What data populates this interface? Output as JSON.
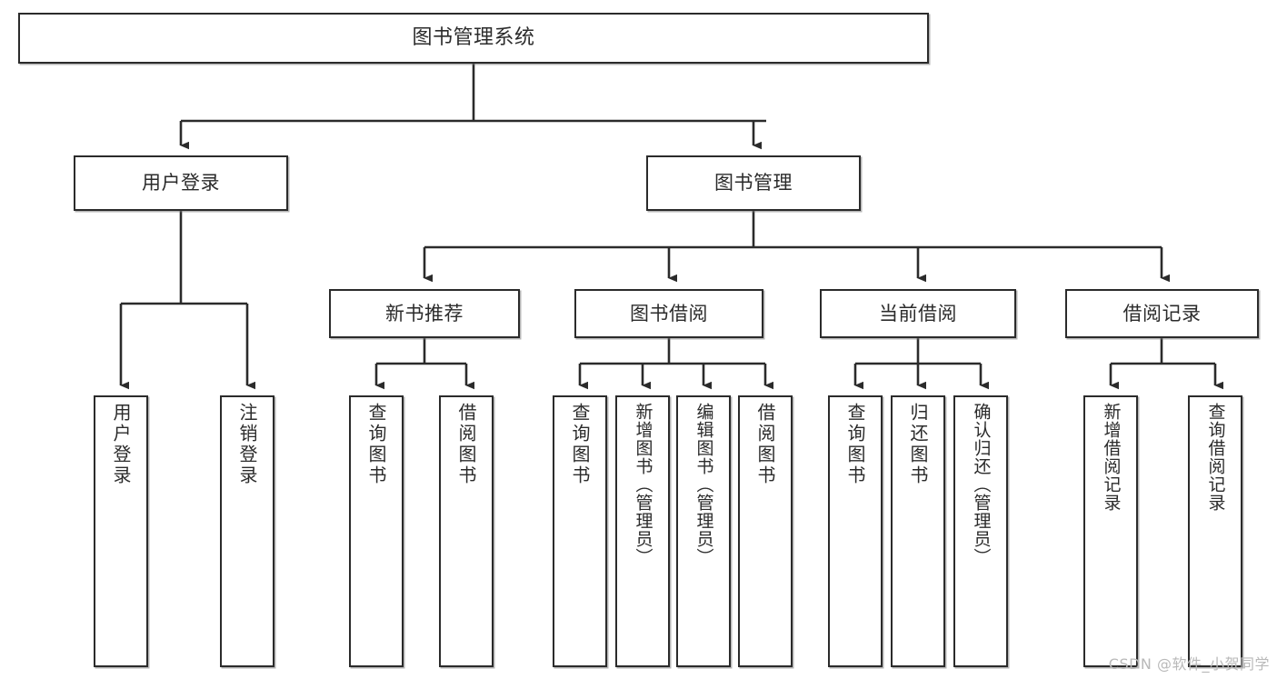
{
  "diagram": {
    "type": "tree-hierarchy",
    "title": "图书管理系统",
    "watermark": "CSDN @软件_小贺同学",
    "colors": {
      "box_border": "#2b2b2b",
      "box_fill": "#ffffff",
      "connector": "#2b2b2b",
      "text": "#2b2b2b",
      "watermark": "#b9b9b9",
      "background": "#ffffff"
    },
    "root": {
      "label": "图书管理系统"
    },
    "level2": [
      {
        "label": "用户登录"
      },
      {
        "label": "图书管理"
      }
    ],
    "level3": [
      {
        "label": "新书推荐"
      },
      {
        "label": "图书借阅"
      },
      {
        "label": "当前借阅"
      },
      {
        "label": "借阅记录"
      }
    ],
    "leaves": {
      "user_login": [
        {
          "label": "用户登录"
        },
        {
          "label": "注销登录"
        }
      ],
      "new_book_recommend": [
        {
          "label": "查询图书"
        },
        {
          "label": "借阅图书"
        }
      ],
      "book_borrow": [
        {
          "label": "查询图书"
        },
        {
          "label": "新增图书（管理员）"
        },
        {
          "label": "编辑图书（管理员）"
        },
        {
          "label": "借阅图书"
        }
      ],
      "current_borrow": [
        {
          "label": "查询图书"
        },
        {
          "label": "归还图书"
        },
        {
          "label": "确认归还（管理员）"
        }
      ],
      "borrow_record": [
        {
          "label": "新增借阅记录"
        },
        {
          "label": "查询借阅记录"
        }
      ]
    }
  }
}
